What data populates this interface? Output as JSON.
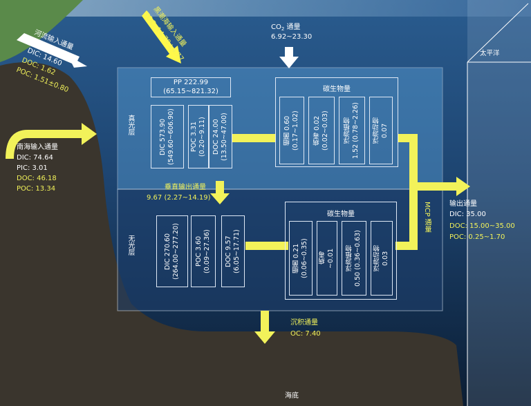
{
  "river_input": {
    "title": "河流输入通量",
    "dic": "DIC: 14.60",
    "doc": "DOC: 1.62",
    "poc": "POC: 1.51±0.80"
  },
  "kuroshio_input": {
    "title": "黑潮海输入通量",
    "toc": "TOC: 14.70±4.77"
  },
  "co2": {
    "title_prefix": "CO",
    "title_sub": "2",
    "title_suffix": "通量",
    "value": "6.92~23.30"
  },
  "pacific_label": "太平洋",
  "scs_input": {
    "title": "南海输入通量",
    "dic": "DIC: 74.64",
    "pic": "PIC: 3.01",
    "doc": "DOC: 46.18",
    "poc": "POC: 13.34"
  },
  "euphotic": {
    "label": "真光层",
    "pp": {
      "label": "PP 222.99",
      "range": "(65.15~821.32)"
    },
    "pools": [
      {
        "label": "DIC 573.90",
        "range": "(549.60~606.90)"
      },
      {
        "label": "POC 3.31",
        "range": "(0.20~9.11)"
      },
      {
        "label": "DOC 24.00",
        "range": "(13.50~47.00)"
      }
    ],
    "biomass": {
      "title": "碳生物量",
      "items": [
        {
          "label": "细菌 0.60",
          "range": "(0.17~1.02)"
        },
        {
          "label": "病毒 0.02",
          "range": "(0.02~0.03)"
        },
        {
          "label": "浮游植物",
          "range": "1.52 (0.78~2.26)"
        },
        {
          "label": "浮游动物",
          "range": "0.07"
        }
      ]
    }
  },
  "vertical_export": {
    "title": "垂直输出通量",
    "value": "9.67 (2.27~14.19)"
  },
  "aphotic": {
    "label": "无光层",
    "pools": [
      {
        "label": "DIC 270.60",
        "range": "(264.00~277.20)"
      },
      {
        "label": "POC 3.60",
        "range": "(0.09~27.36)"
      },
      {
        "label": "DOC 9.57",
        "range": "(6.05~17.71)"
      }
    ],
    "biomass": {
      "title": "碳生物量",
      "items": [
        {
          "label": "细菌 0.21",
          "range": "(0.06~0.35)"
        },
        {
          "label": "病毒",
          "range": "~0.01"
        },
        {
          "label": "浮游植物",
          "range": "0.50 (0.36~0.63)"
        },
        {
          "label": "浮游动物",
          "range": "0.03"
        }
      ]
    }
  },
  "mcp_label": "MCP 通量",
  "export": {
    "title": "输出通量",
    "dic": "DIC: 35.00",
    "doc": "DOC: 15.00~35.00",
    "poc": "POC: 0.25~1.70"
  },
  "sediment": {
    "title": "沉积通量",
    "oc": "OC: 7.40"
  },
  "seafloor_label": "海底",
  "colors": {
    "accent_yellow": "#f2f25a",
    "box_border": "#dfe9f6",
    "euphotic_fill": "#5aa0d8",
    "aphotic_fill": "#1e3f6c",
    "sediment": "#3a352d"
  }
}
